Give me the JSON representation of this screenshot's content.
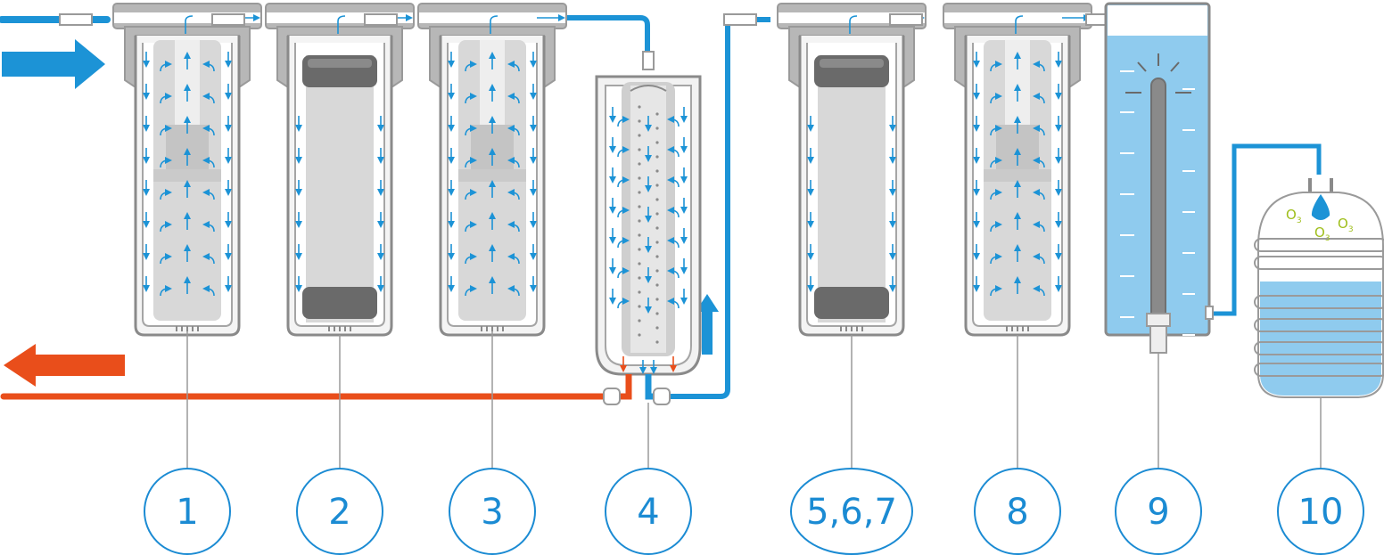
{
  "stages": [
    {
      "label": "1",
      "kind": "cartridge-inflow"
    },
    {
      "label": "2",
      "kind": "cartridge-block"
    },
    {
      "label": "3",
      "kind": "cartridge-inflow"
    },
    {
      "label": "4",
      "kind": "membrane"
    },
    {
      "label": "5,6,7",
      "kind": "cartridge-block"
    },
    {
      "label": "8",
      "kind": "cartridge-inflow"
    },
    {
      "label": "9",
      "kind": "uv-tank"
    },
    {
      "label": "10",
      "kind": "bottle"
    }
  ],
  "ozone_labels": [
    "O3",
    "O3",
    "O3"
  ],
  "colors": {
    "clean_water": "#1c93d6",
    "waste_water": "#e94e1b",
    "housing_stroke": "#8a8a8a",
    "housing_fill": "#f4f4f4",
    "head_fill": "#b7b7b7",
    "cartridge_fill": "#d8d8d8",
    "cap_fill": "#6a6a6a",
    "callout_stroke": "#1b8bd3",
    "ozone": "#9fbe1b",
    "tank_water": "#8fcbee"
  },
  "icons": [
    "inlet-arrow-icon",
    "drain-arrow-icon",
    "up-flow-arrow-icon",
    "water-drop-icon"
  ]
}
